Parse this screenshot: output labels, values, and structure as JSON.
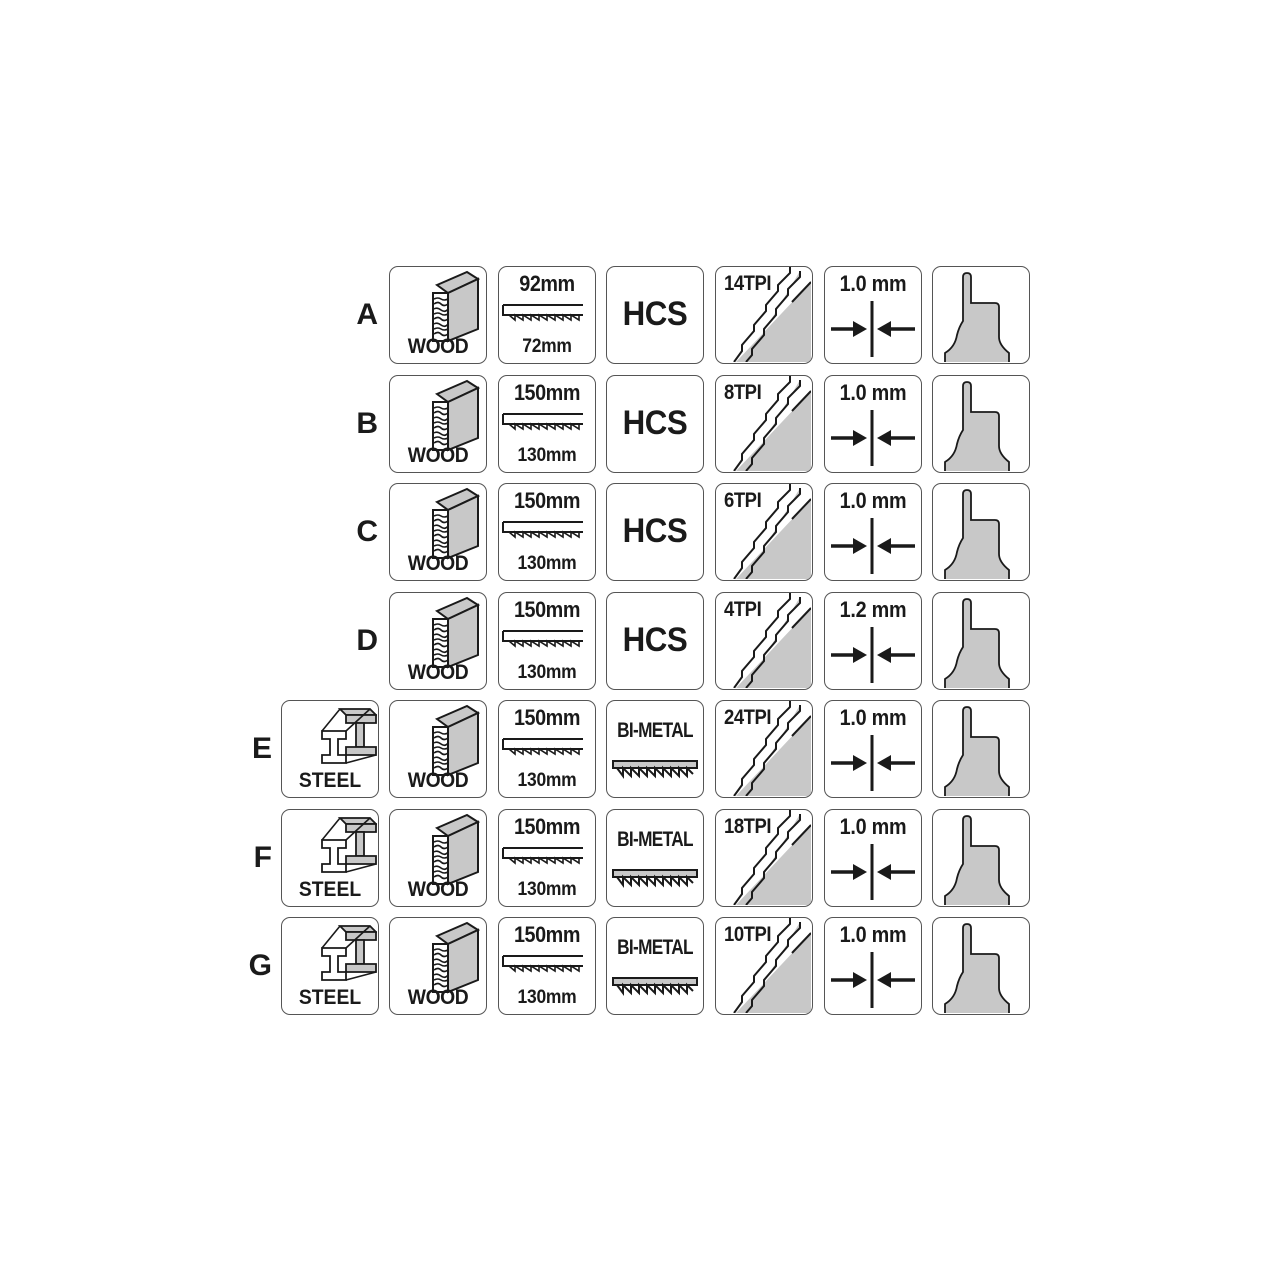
{
  "rows": [
    {
      "label": "A",
      "steel": null,
      "wood": "WOOD",
      "length_total": "92mm",
      "length_working": "72mm",
      "material": "HCS",
      "tpi": "14TPI",
      "thickness": "1.0 mm"
    },
    {
      "label": "B",
      "steel": null,
      "wood": "WOOD",
      "length_total": "150mm",
      "length_working": "130mm",
      "material": "HCS",
      "tpi": "8TPI",
      "thickness": "1.0 mm"
    },
    {
      "label": "C",
      "steel": null,
      "wood": "WOOD",
      "length_total": "150mm",
      "length_working": "130mm",
      "material": "HCS",
      "tpi": "6TPI",
      "thickness": "1.0 mm"
    },
    {
      "label": "D",
      "steel": null,
      "wood": "WOOD",
      "length_total": "150mm",
      "length_working": "130mm",
      "material": "HCS",
      "tpi": "4TPI",
      "thickness": "1.2 mm"
    },
    {
      "label": "E",
      "steel": "STEEL",
      "wood": "WOOD",
      "length_total": "150mm",
      "length_working": "130mm",
      "material": "BI-METAL",
      "tpi": "24TPI",
      "thickness": "1.0 mm"
    },
    {
      "label": "F",
      "steel": "STEEL",
      "wood": "WOOD",
      "length_total": "150mm",
      "length_working": "130mm",
      "material": "BI-METAL",
      "tpi": "18TPI",
      "thickness": "1.0 mm"
    },
    {
      "label": "G",
      "steel": "STEEL",
      "wood": "WOOD",
      "length_total": "150mm",
      "length_working": "130mm",
      "material": "BI-METAL",
      "tpi": "10TPI",
      "thickness": "1.0 mm"
    }
  ],
  "icons": {
    "steel": "steel-i-beam-icon",
    "wood": "wood-plank-icon",
    "length": "blade-length-icon",
    "tpi": "blade-teeth-icon",
    "thickness": "thickness-arrows-icon",
    "shank": "t-shank-icon"
  },
  "colors": {
    "stroke": "#1a1a1a",
    "fill": "#c8c8c8",
    "border": "#555555"
  }
}
